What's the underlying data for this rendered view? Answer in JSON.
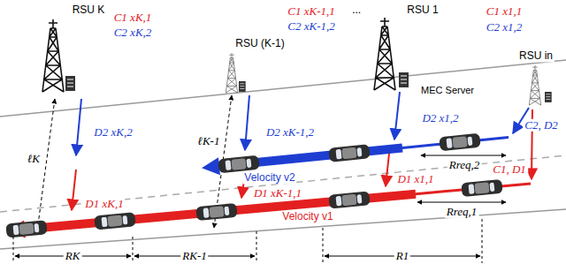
{
  "diagram": {
    "labels": [
      "RSU K",
      "C1 xK,1",
      "C2 xK,2",
      "RSU (K-1)",
      "C1 xK-1,1",
      "...",
      "C2 xK-1,2",
      "RSU 1",
      "C1 x1,1",
      "C2 x1,2",
      "MEC Server",
      "RSU in",
      "C2, D2",
      "C1, D1",
      "D2 xK,2",
      "D2 xK-1,2",
      "D2 x1,2",
      "Velocity v2",
      "Rreq,2",
      "D1 xK,1",
      "D1 xK-1,1",
      "D1 x1,1",
      "Velocity v1",
      "Rreq,1",
      "ℓK",
      "ℓK-1",
      "RK",
      "RK-1",
      "R1"
    ]
  }
}
